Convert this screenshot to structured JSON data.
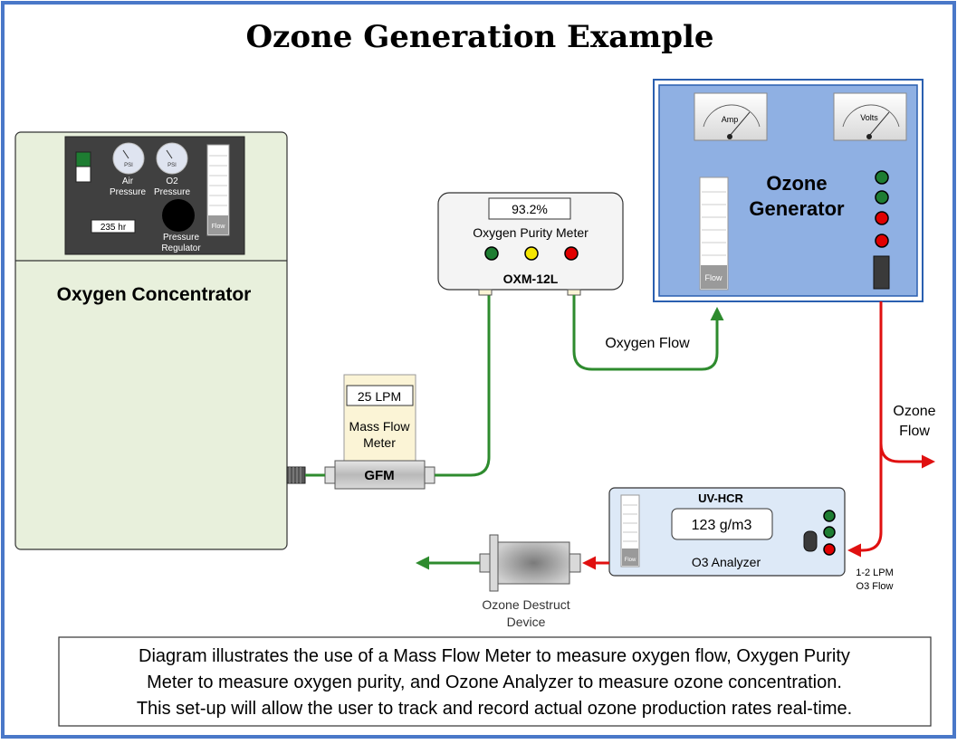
{
  "title": "Ozone Generation Example",
  "concentrator": {
    "label": "Oxygen Concentrator",
    "gauge_air_face": "PSI",
    "gauge_air_label_1": "Air",
    "gauge_air_label_2": "Pressure",
    "gauge_o2_face": "PSI",
    "gauge_o2_label_1": "O2",
    "gauge_o2_label_2": "Pressure",
    "hour_meter": "235 hr",
    "flow_tube_label": "Flow",
    "regulator_label_1": "Pressure",
    "regulator_label_2": "Regulator"
  },
  "purity_meter": {
    "reading": "93.2%",
    "label": "Oxygen Purity Meter",
    "model": "OXM-12L",
    "lights": [
      "#1e7d32",
      "#f5e600",
      "#e00000"
    ]
  },
  "generator": {
    "label_1": "Ozone",
    "label_2": "Generator",
    "amp_label": "Amp",
    "volts_label": "Volts",
    "flow_tube_label": "Flow",
    "lights": [
      "#1e7d32",
      "#1e7d32",
      "#e00000",
      "#e00000"
    ]
  },
  "mass_flow": {
    "reading": "25 LPM",
    "label_1": "Mass Flow",
    "label_2": "Meter",
    "body_label": "GFM"
  },
  "analyzer": {
    "model": "UV-HCR",
    "reading": "123 g/m3",
    "label": "O3 Analyzer",
    "flow_tube_label": "Flow",
    "lights": [
      "#1e7d32",
      "#1e7d32",
      "#e00000"
    ]
  },
  "destruct": {
    "label_1": "Ozone Destruct",
    "label_2": "Device"
  },
  "flows": {
    "oxygen": "Oxygen Flow",
    "ozone_1": "Ozone",
    "ozone_2": "Flow",
    "o3_small_1": "1-2 LPM",
    "o3_small_2": "O3 Flow"
  },
  "caption": [
    "Diagram illustrates the use of a Mass Flow Meter to measure oxygen flow, Oxygen Purity",
    "Meter to measure oxygen purity, and Ozone Analyzer to measure ozone concentration.",
    "This set-up will allow the user to track and record actual ozone production rates real-time."
  ],
  "colors": {
    "frame": "#4a78c8",
    "oxygen_line": "#2e8b2e",
    "ozone_line": "#e01010",
    "concentrator_fill": "#e8f0dc",
    "generator_fill": "#8fb0e3",
    "analyzer_fill": "#dde9f7",
    "flow_meter_fill": "#fbf4d6"
  }
}
